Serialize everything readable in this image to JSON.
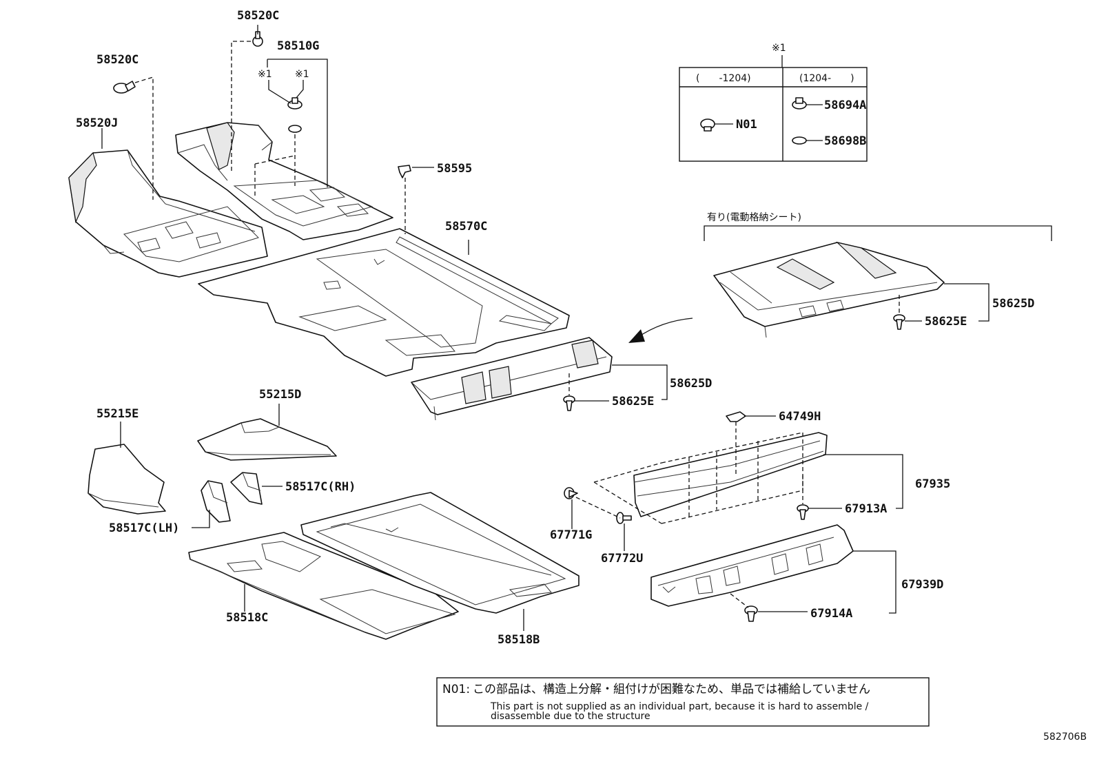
{
  "labels": {
    "p58520C_top": "58520C",
    "p58520C_left": "58520C",
    "p58510G": "58510G",
    "p58520J": "58520J",
    "ref1_a": "※1",
    "ref1_b": "※1",
    "ref1_table": "※1",
    "p58595": "58595",
    "p58570C": "58570C",
    "p58625D_right": "58625D",
    "p58625E_right": "58625E",
    "p58625D": "58625D",
    "p58625E": "58625E",
    "p55215D": "55215D",
    "p55215E": "55215E",
    "p58517C_RH": "58517C(RH)",
    "p58517C_LH": "58517C(LH)",
    "p64749H": "64749H",
    "p67935": "67935",
    "p67913A": "67913A",
    "p67771G": "67771G",
    "p67772U": "67772U",
    "p67939D": "67939D",
    "p67914A": "67914A",
    "p58518C": "58518C",
    "p58518B": "58518B"
  },
  "table": {
    "col1_header": "(　　-1204)",
    "col2_header": "(1204-　　)",
    "n01": "N01",
    "p58694A": "58694A",
    "p58698B": "58698B"
  },
  "option_label": "有り(電動格納シート)",
  "note": {
    "code": "N01:",
    "jp": "この部品は、構造上分解・組付けが困難なため、単品では補給していません",
    "en_line1": "This part is not supplied as an individual part, because it is hard to assemble /",
    "en_line2": "disassemble due to the structure"
  },
  "diagram_code": "582706B"
}
